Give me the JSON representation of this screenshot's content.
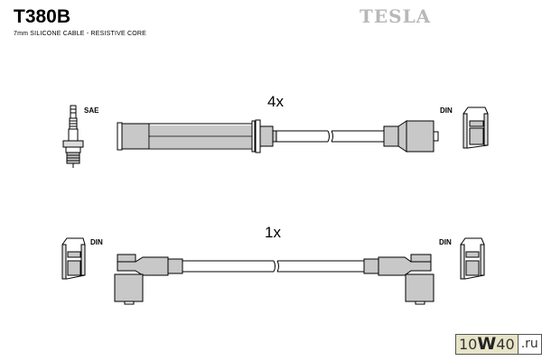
{
  "header": {
    "part_number": "T380B",
    "description": "7mm SILICONE CABLE - RESISTIVE CORE",
    "brand": "TESLA"
  },
  "rows": [
    {
      "quantity": "4x",
      "left_connector_label": "SAE",
      "right_connector_label": "DIN"
    },
    {
      "quantity": "1x",
      "left_connector_label": "DIN",
      "right_connector_label": "DIN"
    }
  ],
  "watermark": {
    "left_prefix": "10",
    "left_mid": "W",
    "left_suffix": "40",
    "right": ".ru"
  },
  "colors": {
    "fill_gray": "#c8c8c8",
    "outline": "#000000",
    "brand_gray": "#b8b8b8"
  }
}
